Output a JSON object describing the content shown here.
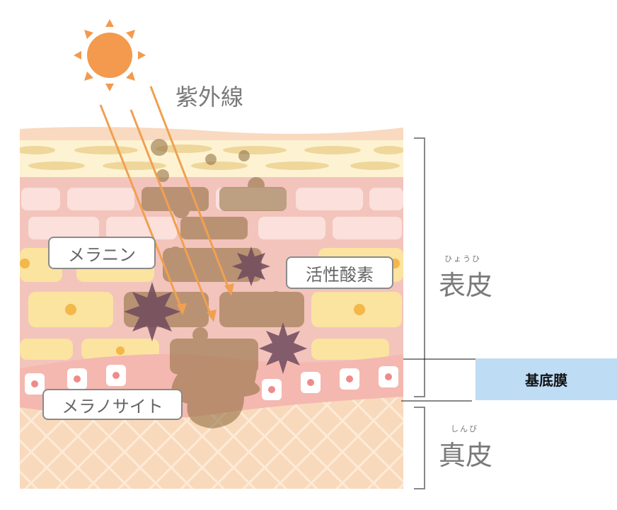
{
  "title": "紫外線",
  "callouts": {
    "melanin": "メラニン",
    "ros": "活性酸素",
    "melanocyte": "メラノサイト"
  },
  "layers": {
    "epidermis": {
      "label": "表皮",
      "ruby": "ひょうひ"
    },
    "dermis": {
      "label": "真皮",
      "ruby": "しんび"
    },
    "basement_membrane": "基底膜"
  },
  "colors": {
    "sun": "#f39a4e",
    "arrow": "#f0a050",
    "melanin": "#8b6a3a",
    "ros": "#7a5a6a",
    "membrane_box": "#bfdcf5"
  }
}
